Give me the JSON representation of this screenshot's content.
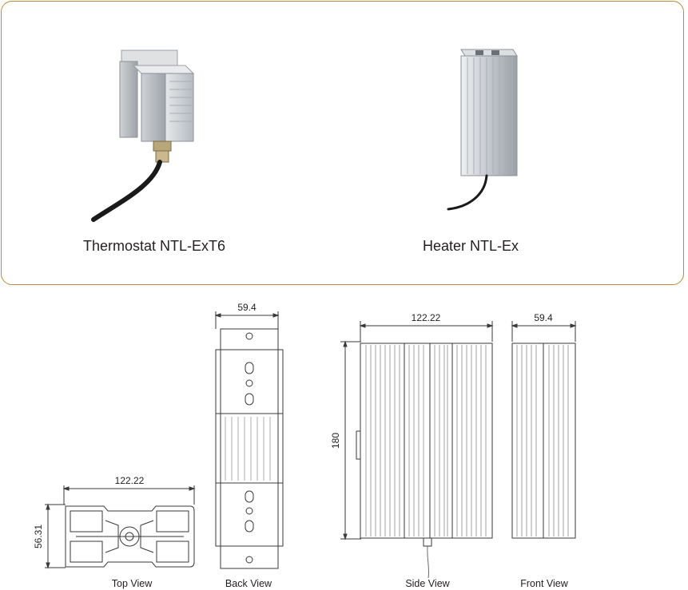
{
  "products": {
    "thermostat": {
      "caption": "Thermostat NTL-ExT6",
      "image": "thermostat-photo"
    },
    "heater": {
      "caption": "Heater NTL-Ex",
      "image": "heater-photo"
    }
  },
  "drawings": {
    "top_view": {
      "label": "Top View",
      "width_dim": "122.22",
      "height_dim": "56.31"
    },
    "back_view": {
      "label": "Back View",
      "width_dim": "59.4"
    },
    "side_view": {
      "label": "Side View",
      "width_dim": "122.22",
      "height_dim": "180"
    },
    "front_view": {
      "label": "Front View",
      "width_dim": "59.4"
    }
  },
  "colors": {
    "panel_border": "#b8893a",
    "line": "#3a3a3a",
    "metal": "#c9cdd2"
  }
}
